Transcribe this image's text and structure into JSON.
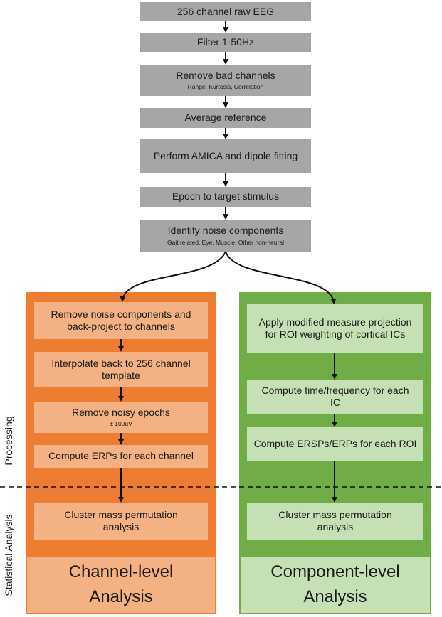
{
  "pipeline": {
    "steps": [
      {
        "label": "256 channel raw EEG",
        "sub": ""
      },
      {
        "label": "Filter 1-50Hz",
        "sub": ""
      },
      {
        "label": "Remove bad channels",
        "sub": "Range, Kurtosis, Correlation"
      },
      {
        "label": "Average reference",
        "sub": ""
      },
      {
        "label": "Perform AMICA and dipole fitting",
        "sub": ""
      },
      {
        "label": "Epoch to target stimulus",
        "sub": ""
      },
      {
        "label": "Identify noise components",
        "sub": "Gait related, Eye, Muscle, Other non-neural"
      }
    ]
  },
  "channel_panel": {
    "steps": [
      {
        "label": "Remove noise components and back-project to channels",
        "sub": ""
      },
      {
        "label": "Interpolate back to 256 channel template",
        "sub": ""
      },
      {
        "label": "Remove noisy epochs",
        "sub": "± 100uV"
      },
      {
        "label": "Compute ERPs for each channel",
        "sub": ""
      },
      {
        "label": "Cluster mass permutation analysis",
        "sub": ""
      }
    ],
    "title": "Channel-level Analysis"
  },
  "component_panel": {
    "steps": [
      {
        "label": "Apply modified measure projection for ROI weighting of cortical ICs",
        "sub": ""
      },
      {
        "label": "Compute time/frequency for each IC",
        "sub": ""
      },
      {
        "label": "Compute ERSPs/ERPs for each ROI",
        "sub": ""
      },
      {
        "label": "Cluster mass permutation analysis",
        "sub": ""
      }
    ],
    "title": "Component-level Analysis"
  },
  "side_labels": {
    "processing": "Processing",
    "statistical": "Statistical Analysis"
  },
  "colors": {
    "step_gray": "#a6a6a6",
    "orange_panel": "#ed7d31",
    "orange_box": "#f4b183",
    "green_panel": "#70ad47",
    "green_box": "#c5e0b4"
  }
}
